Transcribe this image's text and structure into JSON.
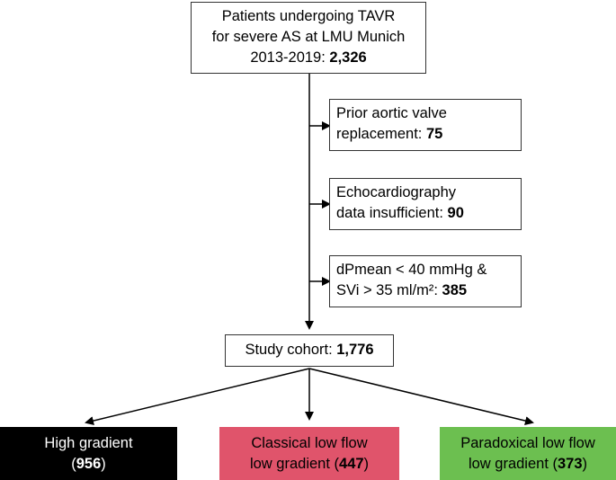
{
  "top_box": {
    "line1": "Patients undergoing TAVR",
    "line2": "for severe AS at LMU Munich",
    "line3_prefix": "2013-2019: ",
    "line3_count": "2,326"
  },
  "exclusions": [
    {
      "line1": "Prior aortic valve",
      "line2_prefix": "replacement: ",
      "count": "75"
    },
    {
      "line1": "Echocardiography",
      "line2_prefix": "data insufficient: ",
      "count": "90"
    },
    {
      "line1": "dPmean < 40 mmHg &",
      "line2_prefix": "SVi > 35 ml/m²: ",
      "count": "385"
    }
  ],
  "cohort": {
    "prefix": "Study cohort: ",
    "count": "1,776"
  },
  "groups": [
    {
      "line1": "High gradient",
      "count": "956",
      "color": "#000000",
      "text_color": "#ffffff"
    },
    {
      "line1": "Classical low flow",
      "line2_prefix": "low gradient (",
      "count": "447",
      "color": "#e0546b",
      "text_color": "#000000"
    },
    {
      "line1": "Paradoxical low flow",
      "line2_prefix": "low gradient (",
      "count": "373",
      "color": "#6cbf50",
      "text_color": "#000000"
    }
  ],
  "colors": {
    "border": "#333333",
    "arrow": "#000000"
  }
}
